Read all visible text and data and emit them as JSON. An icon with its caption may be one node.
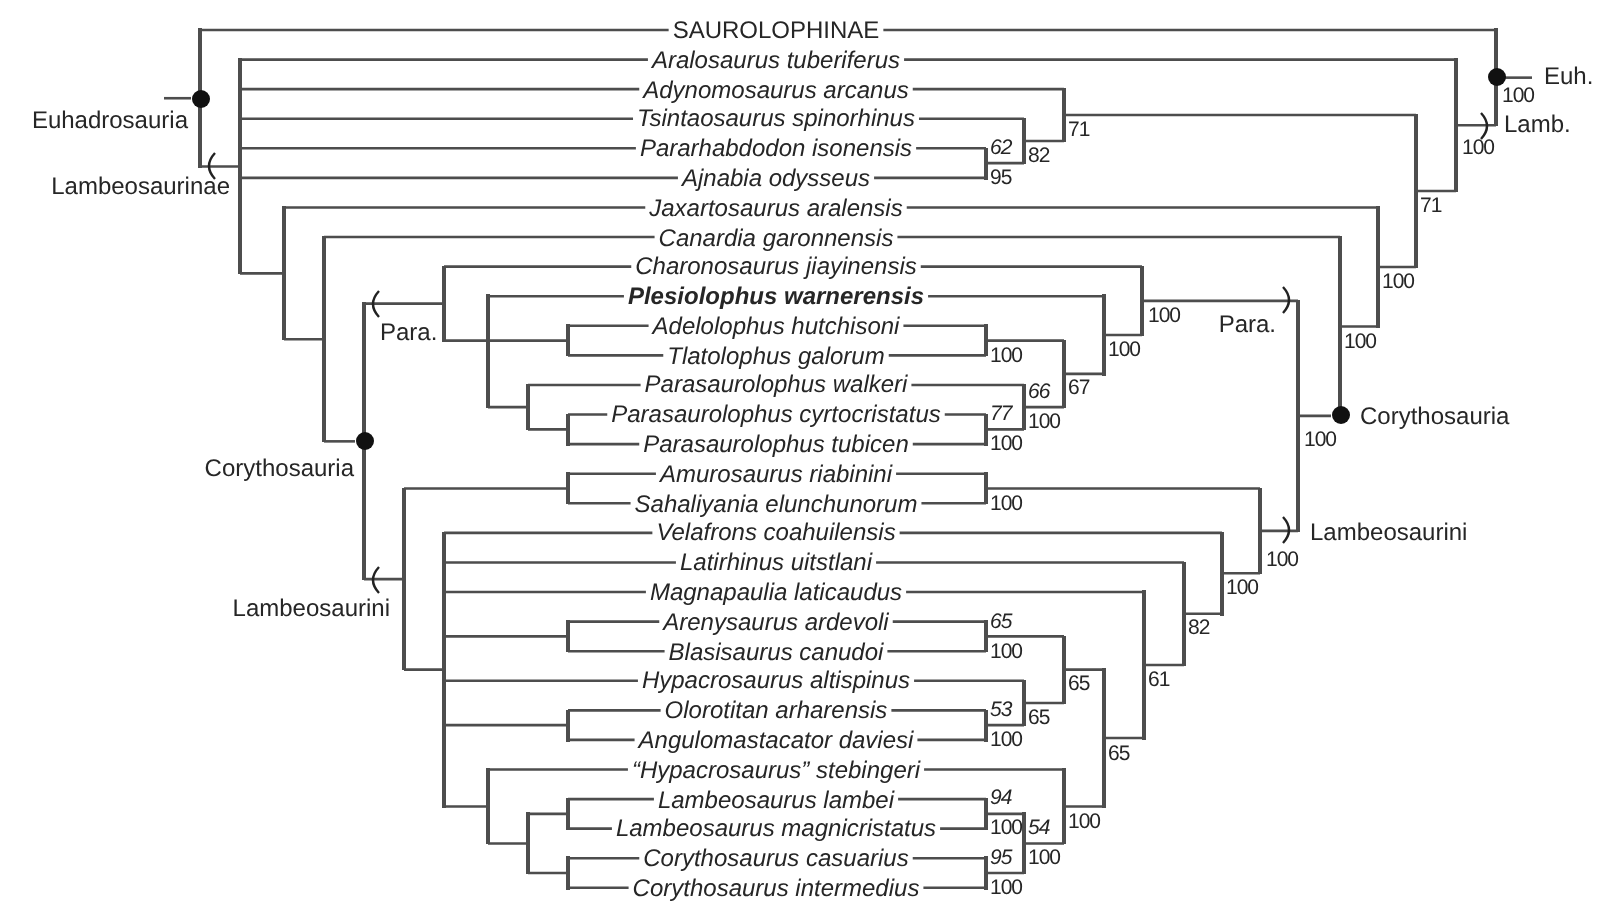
{
  "diagram": {
    "nodes": [
      {
        "text": [
          "SAUROLOPHINAE"
        ]
      },
      {
        "text": [
          "Aralosaurus tuberiferus"
        ]
      },
      {
        "text": [
          "Adynomosaurus arcanus"
        ]
      },
      {
        "text": [
          "Tsintaosaurus spinorhinus"
        ]
      },
      {
        "text": [
          "Pararhabdodon isonensis"
        ]
      },
      {
        "text": [
          "Ajnabia odysseus"
        ]
      },
      {
        "text": [
          "Jaxartosaurus aralensis"
        ]
      },
      {
        "text": [
          "Canardia garonnensis"
        ]
      },
      {
        "text": [
          "Charonosaurus jiayinensis"
        ]
      },
      {
        "text": [
          "Plesiolophus warnerensis"
        ]
      },
      {
        "text": [
          "Adelolophus hutchisoni"
        ]
      },
      {
        "text": [
          "Tlatolophus galorum"
        ]
      },
      {
        "text": [
          "Parasaurolophus walkeri"
        ]
      },
      {
        "text": [
          "Parasaurolophus cyrtocristatus"
        ]
      },
      {
        "text": [
          "Parasaurolophus tubicen"
        ]
      },
      {
        "text": [
          "Amurosaurus riabinini"
        ]
      },
      {
        "text": [
          "Sahaliyania elunchunorum"
        ]
      },
      {
        "text": [
          "Velafrons coahuilensis"
        ]
      },
      {
        "text": [
          "Latirhinus uitstlani"
        ]
      },
      {
        "text": [
          "Magnapaulia laticaudus"
        ]
      },
      {
        "text": [
          "Arenysaurus ardevoli"
        ]
      },
      {
        "text": [
          "Blasisaurus canudoi"
        ]
      },
      {
        "text": [
          "Hypacrosaurus altispinus"
        ]
      },
      {
        "text": [
          "Olorotitan arharensis"
        ]
      },
      {
        "text": [
          "Angulomastacator daviesi"
        ]
      },
      {
        "text": [
          "“Hypacrosaurus” stebingeri"
        ]
      },
      {
        "text": [
          "Lambeosaurus lambei"
        ]
      },
      {
        "text": [
          "Lambeosaurus magnicristatus"
        ]
      },
      {
        "text": [
          "Corythosaurus casuarius"
        ]
      },
      {
        "text": [
          "Corythosaurus intermedius"
        ]
      },
      {
        "text": [],
        "shape": "bar",
        "beside": [
          "Euhadrosauria"
        ]
      },
      {
        "text": [],
        "shape": "bar",
        "beside": [
          "Lambeosaurinae"
        ]
      },
      {
        "text": [],
        "shape": "bar"
      },
      {
        "text": [],
        "shape": "bar"
      },
      {
        "text": [],
        "shape": "bar",
        "beside": [
          "Corythosauria"
        ]
      },
      {
        "text": [],
        "shape": "bar",
        "beside": [
          "Para."
        ]
      },
      {
        "text": [],
        "shape": "bar"
      },
      {
        "text": [],
        "shape": "bar"
      },
      {
        "text": [],
        "shape": "bar"
      },
      {
        "text": [],
        "shape": "bar"
      },
      {
        "text": [],
        "shape": "bar",
        "beside": [
          "Lambeosaurini"
        ]
      },
      {
        "text": [],
        "shape": "bar"
      },
      {
        "text": [],
        "shape": "bar"
      },
      {
        "text": [],
        "shape": "bar"
      },
      {
        "text": [],
        "shape": "bar"
      },
      {
        "text": [],
        "shape": "bar"
      },
      {
        "text": [],
        "shape": "bar"
      },
      {
        "text": [],
        "shape": "bar"
      },
      {
        "text": [],
        "shape": "bar"
      },
      {
        "text": [],
        "shape": "bar",
        "beside": [
          "Euh.",
          "100"
        ]
      },
      {
        "text": [],
        "shape": "bar",
        "beside": [
          "Lamb.",
          "100"
        ]
      },
      {
        "text": [],
        "shape": "bar",
        "beside": [
          "71"
        ]
      },
      {
        "text": [],
        "shape": "bar",
        "beside": [
          "71"
        ]
      },
      {
        "text": [],
        "shape": "bar",
        "beside": [
          "82"
        ]
      },
      {
        "text": [],
        "shape": "bar",
        "beside": [
          "62",
          "95"
        ]
      },
      {
        "text": [],
        "shape": "bar",
        "beside": [
          "100"
        ]
      },
      {
        "text": [],
        "shape": "bar",
        "beside": [
          "100"
        ]
      },
      {
        "text": [],
        "shape": "bar",
        "beside": [
          "Corythosauria",
          "100"
        ]
      },
      {
        "text": [],
        "shape": "bar",
        "beside": [
          "100"
        ]
      },
      {
        "text": [],
        "shape": "bar",
        "beside": [
          "100"
        ]
      },
      {
        "text": [],
        "shape": "bar",
        "beside": [
          "67"
        ]
      },
      {
        "text": [],
        "shape": "bar",
        "beside": [
          "100"
        ]
      },
      {
        "text": [],
        "shape": "bar",
        "beside": [
          "66",
          "100"
        ]
      },
      {
        "text": [],
        "shape": "bar",
        "beside": [
          "77",
          "100"
        ]
      },
      {
        "text": [],
        "shape": "bar",
        "beside": [
          "Lambeosaurini",
          "100"
        ]
      },
      {
        "text": [],
        "shape": "bar",
        "beside": [
          "100"
        ]
      },
      {
        "text": [],
        "shape": "bar",
        "beside": [
          "100"
        ]
      },
      {
        "text": [],
        "shape": "bar",
        "beside": [
          "82"
        ]
      },
      {
        "text": [],
        "shape": "bar",
        "beside": [
          "61"
        ]
      },
      {
        "text": [],
        "shape": "bar",
        "beside": [
          "65"
        ]
      },
      {
        "text": [],
        "shape": "bar",
        "beside": [
          "65"
        ]
      },
      {
        "text": [],
        "shape": "bar",
        "beside": [
          "65",
          "100"
        ]
      },
      {
        "text": [],
        "shape": "bar",
        "beside": [
          "65"
        ]
      },
      {
        "text": [],
        "shape": "bar",
        "beside": [
          "53",
          "100"
        ]
      },
      {
        "text": [],
        "shape": "bar",
        "beside": [
          "100"
        ]
      },
      {
        "text": [],
        "shape": "bar",
        "beside": [
          "54",
          "100"
        ]
      },
      {
        "text": [],
        "shape": "bar",
        "beside": [
          "94",
          "100"
        ]
      },
      {
        "text": [],
        "shape": "bar",
        "beside": [
          "95",
          "100"
        ]
      }
    ],
    "edges": [
      {
        "from": null,
        "to": 30,
        "arrow": "none"
      },
      {
        "from": 30,
        "to": 0,
        "arrow": "none"
      },
      {
        "from": 30,
        "to": 31,
        "arrow": "none"
      },
      {
        "from": 31,
        "to": 1,
        "arrow": "none"
      },
      {
        "from": 31,
        "to": 2,
        "arrow": "none"
      },
      {
        "from": 31,
        "to": 3,
        "arrow": "none"
      },
      {
        "from": 31,
        "to": 4,
        "arrow": "none"
      },
      {
        "from": 31,
        "to": 5,
        "arrow": "none"
      },
      {
        "from": 31,
        "to": 32,
        "arrow": "none"
      },
      {
        "from": 32,
        "to": 6,
        "arrow": "none"
      },
      {
        "from": 32,
        "to": 33,
        "arrow": "none"
      },
      {
        "from": 33,
        "to": 7,
        "arrow": "none"
      },
      {
        "from": 33,
        "to": 34,
        "arrow": "none"
      },
      {
        "from": 34,
        "to": 35,
        "arrow": "none"
      },
      {
        "from": 34,
        "to": 40,
        "arrow": "none"
      },
      {
        "from": 35,
        "to": 8,
        "arrow": "none"
      },
      {
        "from": 35,
        "to": 36,
        "arrow": "none"
      },
      {
        "from": 36,
        "to": 9,
        "arrow": "none"
      },
      {
        "from": 36,
        "to": 37,
        "arrow": "none"
      },
      {
        "from": 36,
        "to": 38,
        "arrow": "none"
      },
      {
        "from": 37,
        "to": 10,
        "arrow": "none"
      },
      {
        "from": 37,
        "to": 11,
        "arrow": "none"
      },
      {
        "from": 38,
        "to": 12,
        "arrow": "none"
      },
      {
        "from": 38,
        "to": 39,
        "arrow": "none"
      },
      {
        "from": 39,
        "to": 13,
        "arrow": "none"
      },
      {
        "from": 39,
        "to": 14,
        "arrow": "none"
      },
      {
        "from": 40,
        "to": 41,
        "arrow": "none"
      },
      {
        "from": 40,
        "to": 42,
        "arrow": "none"
      },
      {
        "from": 41,
        "to": 15,
        "arrow": "none"
      },
      {
        "from": 41,
        "to": 16,
        "arrow": "none"
      },
      {
        "from": 42,
        "to": 17,
        "arrow": "none"
      },
      {
        "from": 42,
        "to": 18,
        "arrow": "none"
      },
      {
        "from": 42,
        "to": 19,
        "arrow": "none"
      },
      {
        "from": 42,
        "to": 43,
        "arrow": "none"
      },
      {
        "from": 42,
        "to": 22,
        "arrow": "none"
      },
      {
        "from": 42,
        "to": 44,
        "arrow": "none"
      },
      {
        "from": 42,
        "to": 45,
        "arrow": "none"
      },
      {
        "from": 43,
        "to": 20,
        "arrow": "none"
      },
      {
        "from": 43,
        "to": 21,
        "arrow": "none"
      },
      {
        "from": 44,
        "to": 23,
        "arrow": "none"
      },
      {
        "from": 44,
        "to": 24,
        "arrow": "none"
      },
      {
        "from": 45,
        "to": 25,
        "arrow": "none"
      },
      {
        "from": 45,
        "to": 46,
        "arrow": "none"
      },
      {
        "from": 46,
        "to": 47,
        "arrow": "none"
      },
      {
        "from": 46,
        "to": 48,
        "arrow": "none"
      },
      {
        "from": 47,
        "to": 26,
        "arrow": "none"
      },
      {
        "from": 47,
        "to": 27,
        "arrow": "none"
      },
      {
        "from": 48,
        "to": 28,
        "arrow": "none"
      },
      {
        "from": 48,
        "to": 29,
        "arrow": "none"
      },
      {
        "from": null,
        "to": 49,
        "arrow": "none"
      },
      {
        "from": 49,
        "to": 0,
        "arrow": "none"
      },
      {
        "from": 49,
        "to": 50,
        "arrow": "none"
      },
      {
        "from": 50,
        "to": 1,
        "arrow": "none"
      },
      {
        "from": 50,
        "to": 51,
        "arrow": "none"
      },
      {
        "from": 51,
        "to": 52,
        "arrow": "none"
      },
      {
        "from": 51,
        "to": 55,
        "arrow": "none"
      },
      {
        "from": 52,
        "to": 2,
        "arrow": "none"
      },
      {
        "from": 52,
        "to": 53,
        "arrow": "none"
      },
      {
        "from": 53,
        "to": 3,
        "arrow": "none"
      },
      {
        "from": 53,
        "to": 54,
        "arrow": "none"
      },
      {
        "from": 54,
        "to": 4,
        "arrow": "none"
      },
      {
        "from": 54,
        "to": 5,
        "arrow": "none"
      },
      {
        "from": 55,
        "to": 6,
        "arrow": "none"
      },
      {
        "from": 55,
        "to": 56,
        "arrow": "none"
      },
      {
        "from": 56,
        "to": 7,
        "arrow": "none"
      },
      {
        "from": 56,
        "to": 57,
        "arrow": "none"
      },
      {
        "from": 57,
        "to": 58,
        "arrow": "none"
      },
      {
        "from": 57,
        "to": 64,
        "arrow": "none"
      },
      {
        "from": 58,
        "to": 8,
        "arrow": "none"
      },
      {
        "from": 58,
        "to": 59,
        "arrow": "none"
      },
      {
        "from": 59,
        "to": 9,
        "arrow": "none"
      },
      {
        "from": 59,
        "to": 60,
        "arrow": "none"
      },
      {
        "from": 60,
        "to": 61,
        "arrow": "none"
      },
      {
        "from": 60,
        "to": 62,
        "arrow": "none"
      },
      {
        "from": 61,
        "to": 10,
        "arrow": "none"
      },
      {
        "from": 61,
        "to": 11,
        "arrow": "none"
      },
      {
        "from": 62,
        "to": 12,
        "arrow": "none"
      },
      {
        "from": 62,
        "to": 63,
        "arrow": "none"
      },
      {
        "from": 63,
        "to": 13,
        "arrow": "none"
      },
      {
        "from": 63,
        "to": 14,
        "arrow": "none"
      },
      {
        "from": 64,
        "to": 65,
        "arrow": "none"
      },
      {
        "from": 64,
        "to": 66,
        "arrow": "none"
      },
      {
        "from": 65,
        "to": 15,
        "arrow": "none"
      },
      {
        "from": 65,
        "to": 16,
        "arrow": "none"
      },
      {
        "from": 66,
        "to": 17,
        "arrow": "none"
      },
      {
        "from": 66,
        "to": 67,
        "arrow": "none"
      },
      {
        "from": 67,
        "to": 18,
        "arrow": "none"
      },
      {
        "from": 67,
        "to": 68,
        "arrow": "none"
      },
      {
        "from": 68,
        "to": 19,
        "arrow": "none"
      },
      {
        "from": 68,
        "to": 69,
        "arrow": "none"
      },
      {
        "from": 69,
        "to": 70,
        "arrow": "none"
      },
      {
        "from": 69,
        "to": 74,
        "arrow": "none"
      },
      {
        "from": 70,
        "to": 71,
        "arrow": "none"
      },
      {
        "from": 70,
        "to": 72,
        "arrow": "none"
      },
      {
        "from": 71,
        "to": 20,
        "arrow": "none"
      },
      {
        "from": 71,
        "to": 21,
        "arrow": "none"
      },
      {
        "from": 72,
        "to": 22,
        "arrow": "none"
      },
      {
        "from": 72,
        "to": 73,
        "arrow": "none"
      },
      {
        "from": 73,
        "to": 23,
        "arrow": "none"
      },
      {
        "from": 73,
        "to": 24,
        "arrow": "none"
      },
      {
        "from": 74,
        "to": 25,
        "arrow": "none"
      },
      {
        "from": 74,
        "to": 75,
        "arrow": "none"
      },
      {
        "from": 75,
        "to": 76,
        "arrow": "none"
      },
      {
        "from": 75,
        "to": 77,
        "arrow": "none"
      },
      {
        "from": 76,
        "to": 26,
        "arrow": "none"
      },
      {
        "from": 76,
        "to": 27,
        "arrow": "none"
      },
      {
        "from": 77,
        "to": 28,
        "arrow": "none"
      },
      {
        "from": 77,
        "to": 29,
        "arrow": "none"
      }
    ],
    "labels": [
      "Para."
    ]
  }
}
